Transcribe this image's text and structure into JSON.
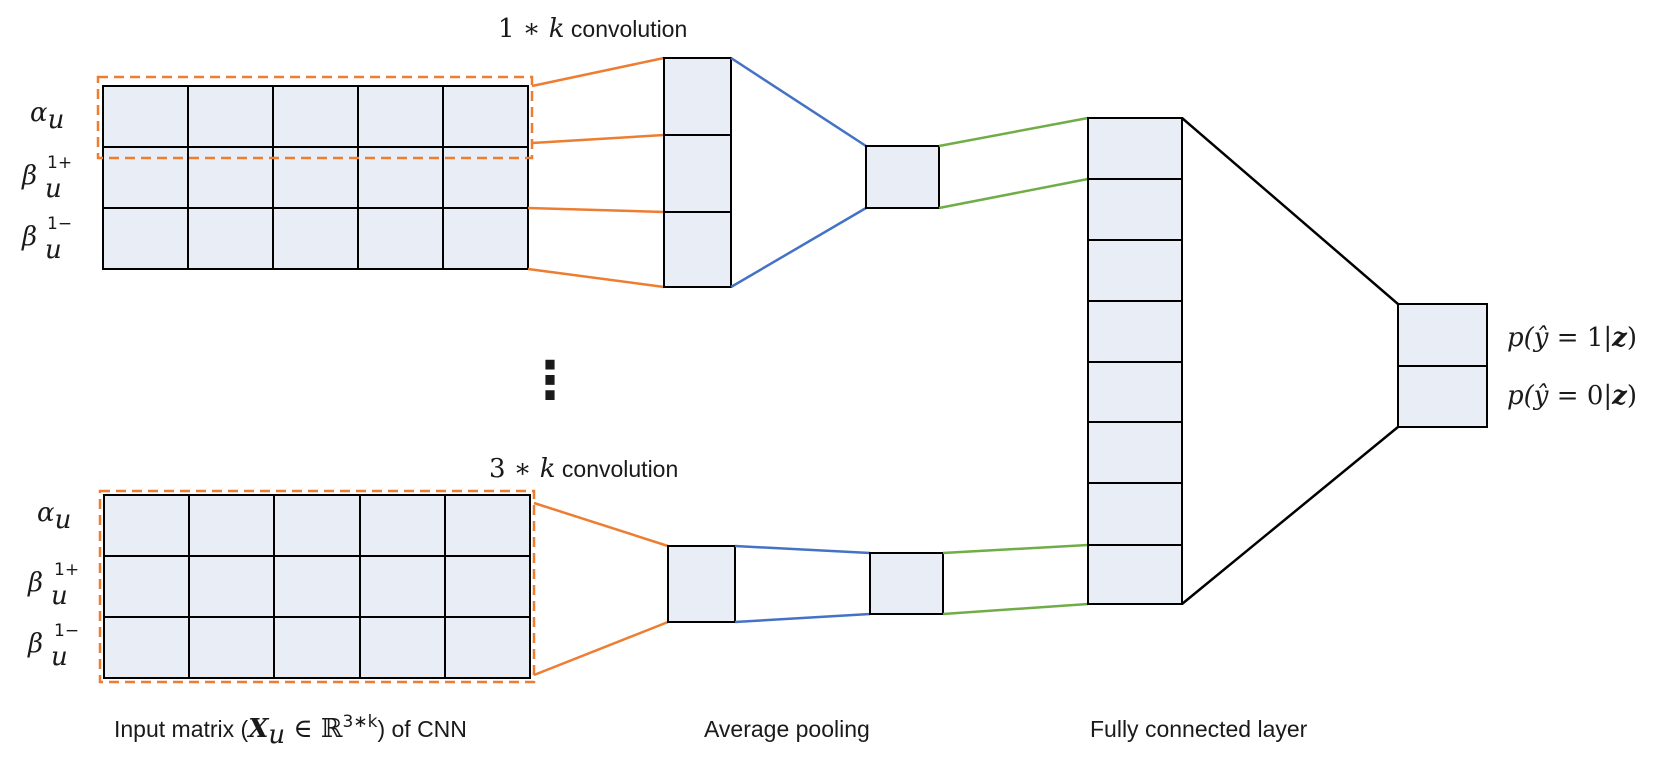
{
  "labels": {
    "conv_top": "1 * k convolution",
    "conv_bottom": "3 * k convolution",
    "caption_input_prefix": "Input matrix (",
    "caption_input_X": "X",
    "caption_input_sub": "u",
    "caption_input_in": " ∈ ℝ",
    "caption_input_sup": "3∗k",
    "caption_input_suffix": ") of CNN",
    "caption_pooling": "Average pooling",
    "caption_fc": "Fully connected layer",
    "ellipsis": "⋮"
  },
  "row_labels": {
    "alpha": "α",
    "beta": "β",
    "sub": "u",
    "sup_plus": "1+",
    "sup_minus": "1−"
  },
  "outputs": [
    {
      "pre": "p(",
      "yhat": "ŷ",
      "eq": " = ",
      "val": "1",
      "bar": "|",
      "z": "z",
      "post": ")"
    },
    {
      "pre": "p(",
      "yhat": "ŷ",
      "eq": " = ",
      "val": "0",
      "bar": "|",
      "z": "z",
      "post": ")"
    }
  ],
  "colors": {
    "cell_fill": "#e9eef6",
    "orange": "#ed7d31",
    "blue": "#4472c4",
    "green": "#70ad47",
    "black": "#000000"
  }
}
